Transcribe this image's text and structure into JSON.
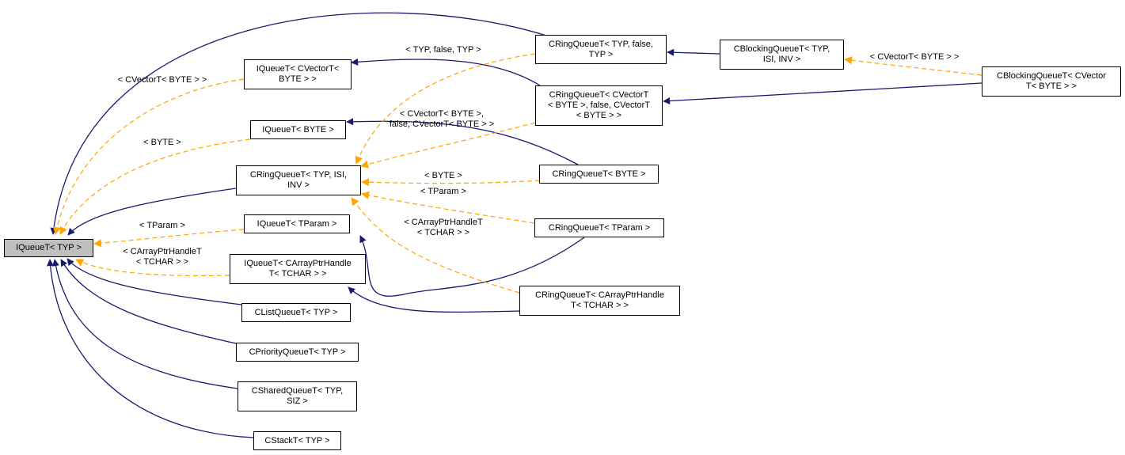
{
  "colors": {
    "inherit": "#191970",
    "template": "#ffa500",
    "root_fill": "#bfbfbf"
  },
  "nodes": {
    "iqueue_typ": "IQueueT< TYP >",
    "cringqueue_typ_false_typ": "CRingQueueT< TYP, false,\nTYP >",
    "cblockingqueue_typ_isi_inv": "CBlockingQueueT< TYP,\nISI, INV >",
    "cblockingqueue_cvector": "CBlockingQueueT< CVector\nT< BYTE > >",
    "iqueue_cvector": "IQueueT< CVectorT<\nBYTE > >",
    "cringqueue_cvector": "CRingQueueT< CVectorT\n< BYTE >, false, CVectorT\n< BYTE > >",
    "iqueue_byte": "IQueueT< BYTE >",
    "cringqueue_typ_isi_inv": "CRingQueueT< TYP, ISI,\nINV >",
    "cringqueue_byte": "CRingQueueT< BYTE >",
    "iqueue_tparam": "IQueueT< TParam >",
    "cringqueue_tparam": "CRingQueueT< TParam >",
    "iqueue_carrayptr": "IQueueT< CArrayPtrHandle\nT< TCHAR > >",
    "cringqueue_carrayptr": "CRingQueueT< CArrayPtrHandle\nT< TCHAR > >",
    "clistqueue": "CListQueueT< TYP >",
    "cpriorityqueue": "CPriorityQueueT< TYP >",
    "csharedqueue": "CSharedQueueT< TYP,\nSIZ >",
    "cstack": "CStackT< TYP >"
  },
  "edge_labels": {
    "typ_false_typ": "< TYP, false, TYP >",
    "cvector_byte_1": "< CVectorT< BYTE > >",
    "cvector_byte_2": "< CVectorT< BYTE > >",
    "cvector_false_cvector": "< CVectorT< BYTE >,\nfalse, CVectorT< BYTE > >",
    "byte_1": "< BYTE >",
    "byte_2": "< BYTE >",
    "tparam_1": "< TParam >",
    "tparam_2": "< TParam >",
    "carrayptr_1": "< CArrayPtrHandleT\n< TCHAR > >",
    "carrayptr_2": "< CArrayPtrHandleT\n< TCHAR > >"
  }
}
